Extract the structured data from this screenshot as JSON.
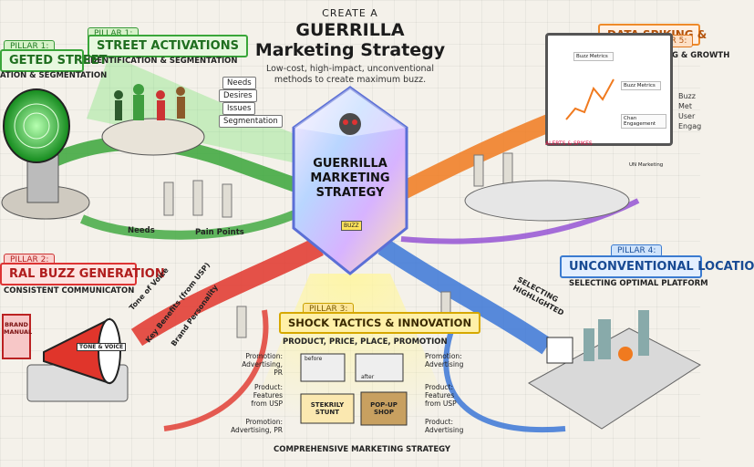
{
  "header": {
    "create": "CREATE A",
    "title_line1": "GUERRILLA",
    "title_line2": "Marketing Strategy",
    "subtitle_line1": "Low-cost, high-impact, unconventional",
    "subtitle_line2": "methods to create maximum buzz."
  },
  "center": {
    "line1": "GUERRILLA",
    "line2": "MARKETING",
    "line3": "STRATEGY",
    "buzz": "BUZZ"
  },
  "pillar1": {
    "small": "PILLAR 1:",
    "title": "STREET ACTIVATIONS",
    "subtitle": "IDENTIFICATION & SEGMENTATION",
    "left_small": "PILLAR 1:",
    "left_title": "GETED STREET",
    "left_subtitle": "ATION & SEGMENTATION",
    "labels": [
      "Needs",
      "Desires",
      "Issues",
      "Segmentation"
    ],
    "bottom_left": "Needs",
    "bottom_right": "Pain Points"
  },
  "pillar2": {
    "small": "PILLAR 2:",
    "title": "RAL BUZZ GENERATION",
    "subtitle": "CONSISTENT COMMUNICATON",
    "brand_manual": "BRAND MANUAL",
    "megaphone_tag": "TONE & VOICE",
    "arrow_labels": [
      "Tone of Voice",
      "Key Benefits (from USP)",
      "Brand Personality"
    ]
  },
  "pillar3": {
    "small": "PILLAR 3:",
    "title": "SHOCK TACTICS & INNOVATION",
    "subtitle": "PRODUCT, PRICE, PLACE, PROMOTION",
    "footer": "COMPREHENSIVE MARKETING STRATEGY",
    "before": "before",
    "after": "after",
    "stunt_line1": "STEKRILY",
    "stunt_line2": "STUNT",
    "shop_line1": "POP-UP",
    "shop_line2": "SHOP",
    "left_labels": [
      {
        "line1": "Promotion:",
        "line2": "Advertising,",
        "line3": "PR"
      },
      {
        "line1": "Product:",
        "line2": "Features",
        "line3": "from USP"
      },
      {
        "line1": "Promotion:",
        "line2": "Advertising, PR",
        "line3": ""
      }
    ],
    "right_labels": [
      {
        "line1": "Promotion:",
        "line2": "Advertising",
        "line3": ""
      },
      {
        "line1": "Product:",
        "line2": "Features",
        "line3": "from USP"
      },
      {
        "line1": "Product:",
        "line2": "Advertising",
        "line3": ""
      }
    ]
  },
  "pillar4": {
    "small": "PILLAR 4:",
    "title": "UNCONVENTIONAL LOCATIO",
    "subtitle": "SELECTING OPTIMAL PLATFORM",
    "selecting_line1": "SELECTING",
    "selecting_line2": "HIGHLIGHTED"
  },
  "pillar5": {
    "small": "PILLAR 5:",
    "title": "DATA SPIKING &",
    "subtitle": "KPI TRACKING & GROWTH",
    "dash_cards": [
      "Buzz Metrics",
      "Buzz Metrics",
      "Chan Engagement",
      "Buzz Met"
    ],
    "side_labels": [
      "Buzz Met",
      "User Engag"
    ],
    "alert": "ALERTS & SPIKES",
    "marketing": "UN Marketing"
  },
  "colors": {
    "green": "#3aa63a",
    "red": "#e0352b",
    "yellow": "#f2c200",
    "blue": "#2f6fd6",
    "orange": "#f07a1f",
    "purple": "#8a3fd1"
  }
}
